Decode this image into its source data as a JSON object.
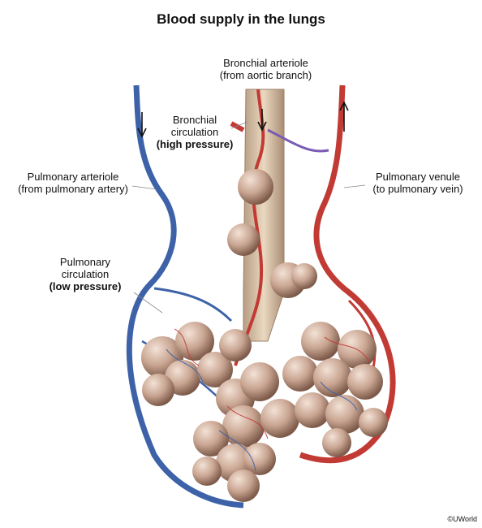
{
  "title": "Blood supply in the lungs",
  "labels": {
    "bronchial_arteriole": [
      "Bronchial arteriole",
      "(from aortic branch)"
    ],
    "bronchial_circulation": [
      "Bronchial",
      "circulation"
    ],
    "bronchial_circulation_pressure": "(high pressure)",
    "pulmonary_arteriole": [
      "Pulmonary arteriole",
      "(from pulmonary artery)"
    ],
    "pulmonary_venule": [
      "Pulmonary venule",
      "(to pulmonary vein)"
    ],
    "pulmonary_circulation": [
      "Pulmonary",
      "circulation"
    ],
    "pulmonary_circulation_pressure": "(low pressure)"
  },
  "copyright": "©UWorld",
  "colors": {
    "artery_blue": "#3d62a8",
    "vein_red": "#c23a34",
    "alveolus_tan": "#c9a592",
    "bronchus": "#d8c2a6"
  }
}
